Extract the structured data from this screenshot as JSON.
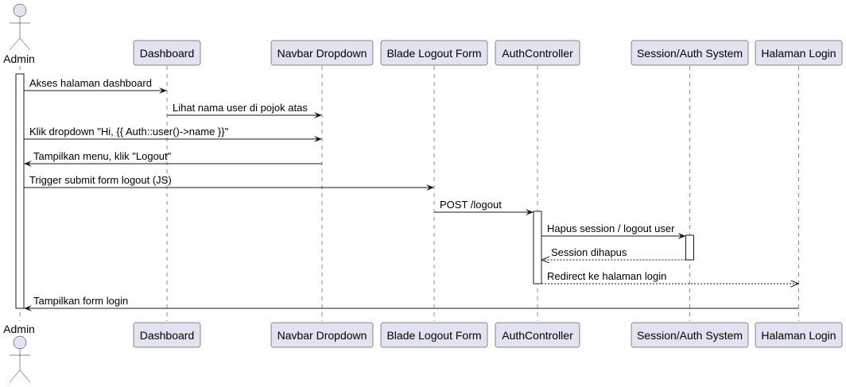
{
  "colors": {
    "participant_fill": "#E2E2F0",
    "stroke": "#181818",
    "background": "#FFFFFF"
  },
  "actor": {
    "id": "admin",
    "name": "Admin"
  },
  "participants": [
    {
      "id": "dashboard",
      "label": "Dashboard"
    },
    {
      "id": "navbar",
      "label": "Navbar Dropdown"
    },
    {
      "id": "blade",
      "label": "Blade Logout Form"
    },
    {
      "id": "auth",
      "label": "AuthController"
    },
    {
      "id": "session",
      "label": "Session/Auth System"
    },
    {
      "id": "login",
      "label": "Halaman Login"
    }
  ],
  "messages": [
    {
      "from": "admin",
      "to": "dashboard",
      "text": "Akses halaman dashboard",
      "style": "solid"
    },
    {
      "from": "dashboard",
      "to": "navbar",
      "text": "Lihat nama user di pojok atas",
      "style": "solid"
    },
    {
      "from": "admin",
      "to": "navbar",
      "text": "Klik dropdown \"Hi, {{ Auth::user()->name }}\"",
      "style": "solid"
    },
    {
      "from": "navbar",
      "to": "admin",
      "text": "Tampilkan menu, klik \"Logout\"",
      "style": "solid"
    },
    {
      "from": "admin",
      "to": "blade",
      "text": "Trigger submit form logout (JS)",
      "style": "solid"
    },
    {
      "from": "blade",
      "to": "auth",
      "text": "POST /logout",
      "style": "solid"
    },
    {
      "from": "auth",
      "to": "session",
      "text": "Hapus session / logout user",
      "style": "solid"
    },
    {
      "from": "session",
      "to": "auth",
      "text": "Session dihapus",
      "style": "dashed"
    },
    {
      "from": "auth",
      "to": "login",
      "text": "Redirect ke halaman login",
      "style": "dashed"
    },
    {
      "from": "login",
      "to": "admin",
      "text": "Tampilkan form login",
      "style": "solid"
    }
  ],
  "activations": [
    {
      "participant": "admin",
      "from_message": 0,
      "to_message": 9
    },
    {
      "participant": "auth",
      "from_message": 5,
      "to_message": 8
    },
    {
      "participant": "session",
      "from_message": 6,
      "to_message": 7
    }
  ]
}
